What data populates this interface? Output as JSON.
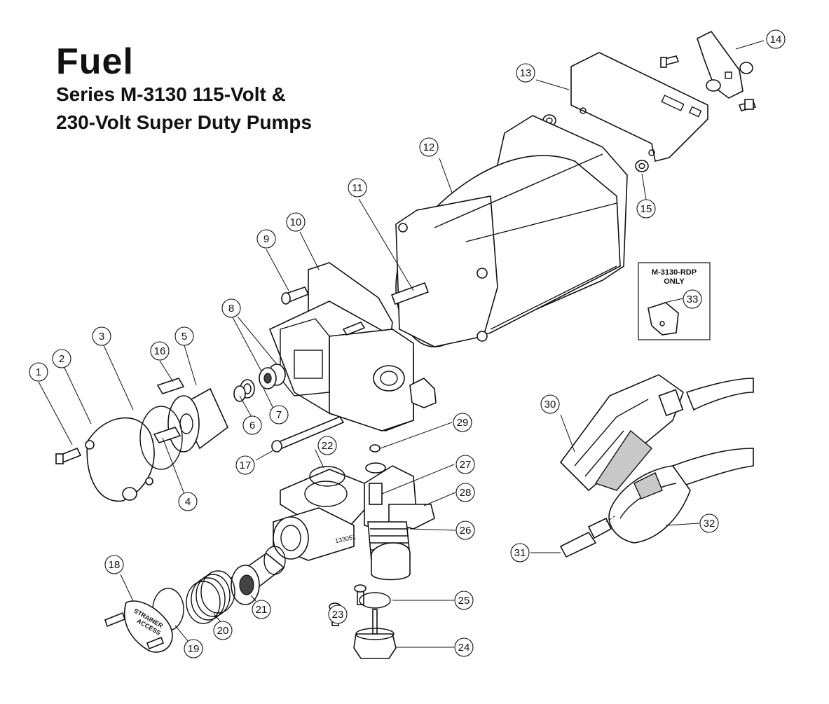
{
  "title": "Fuel",
  "subtitle_line1": "Series M-3130 115-Volt &",
  "subtitle_line2": "230-Volt Super Duty Pumps",
  "inset_label_line1": "M-3130-RDP",
  "inset_label_line2": "ONLY",
  "strainer_text_line1": "STRAINER",
  "strainer_text_line2": "ACCESS",
  "housing_marking": "133051",
  "callouts": [
    "1",
    "2",
    "3",
    "4",
    "5",
    "6",
    "7",
    "8",
    "9",
    "10",
    "11",
    "12",
    "13",
    "14",
    "15",
    "16",
    "17",
    "18",
    "19",
    "20",
    "21",
    "22",
    "23",
    "24",
    "25",
    "26",
    "27",
    "28",
    "29",
    "30",
    "31",
    "32",
    "33"
  ]
}
